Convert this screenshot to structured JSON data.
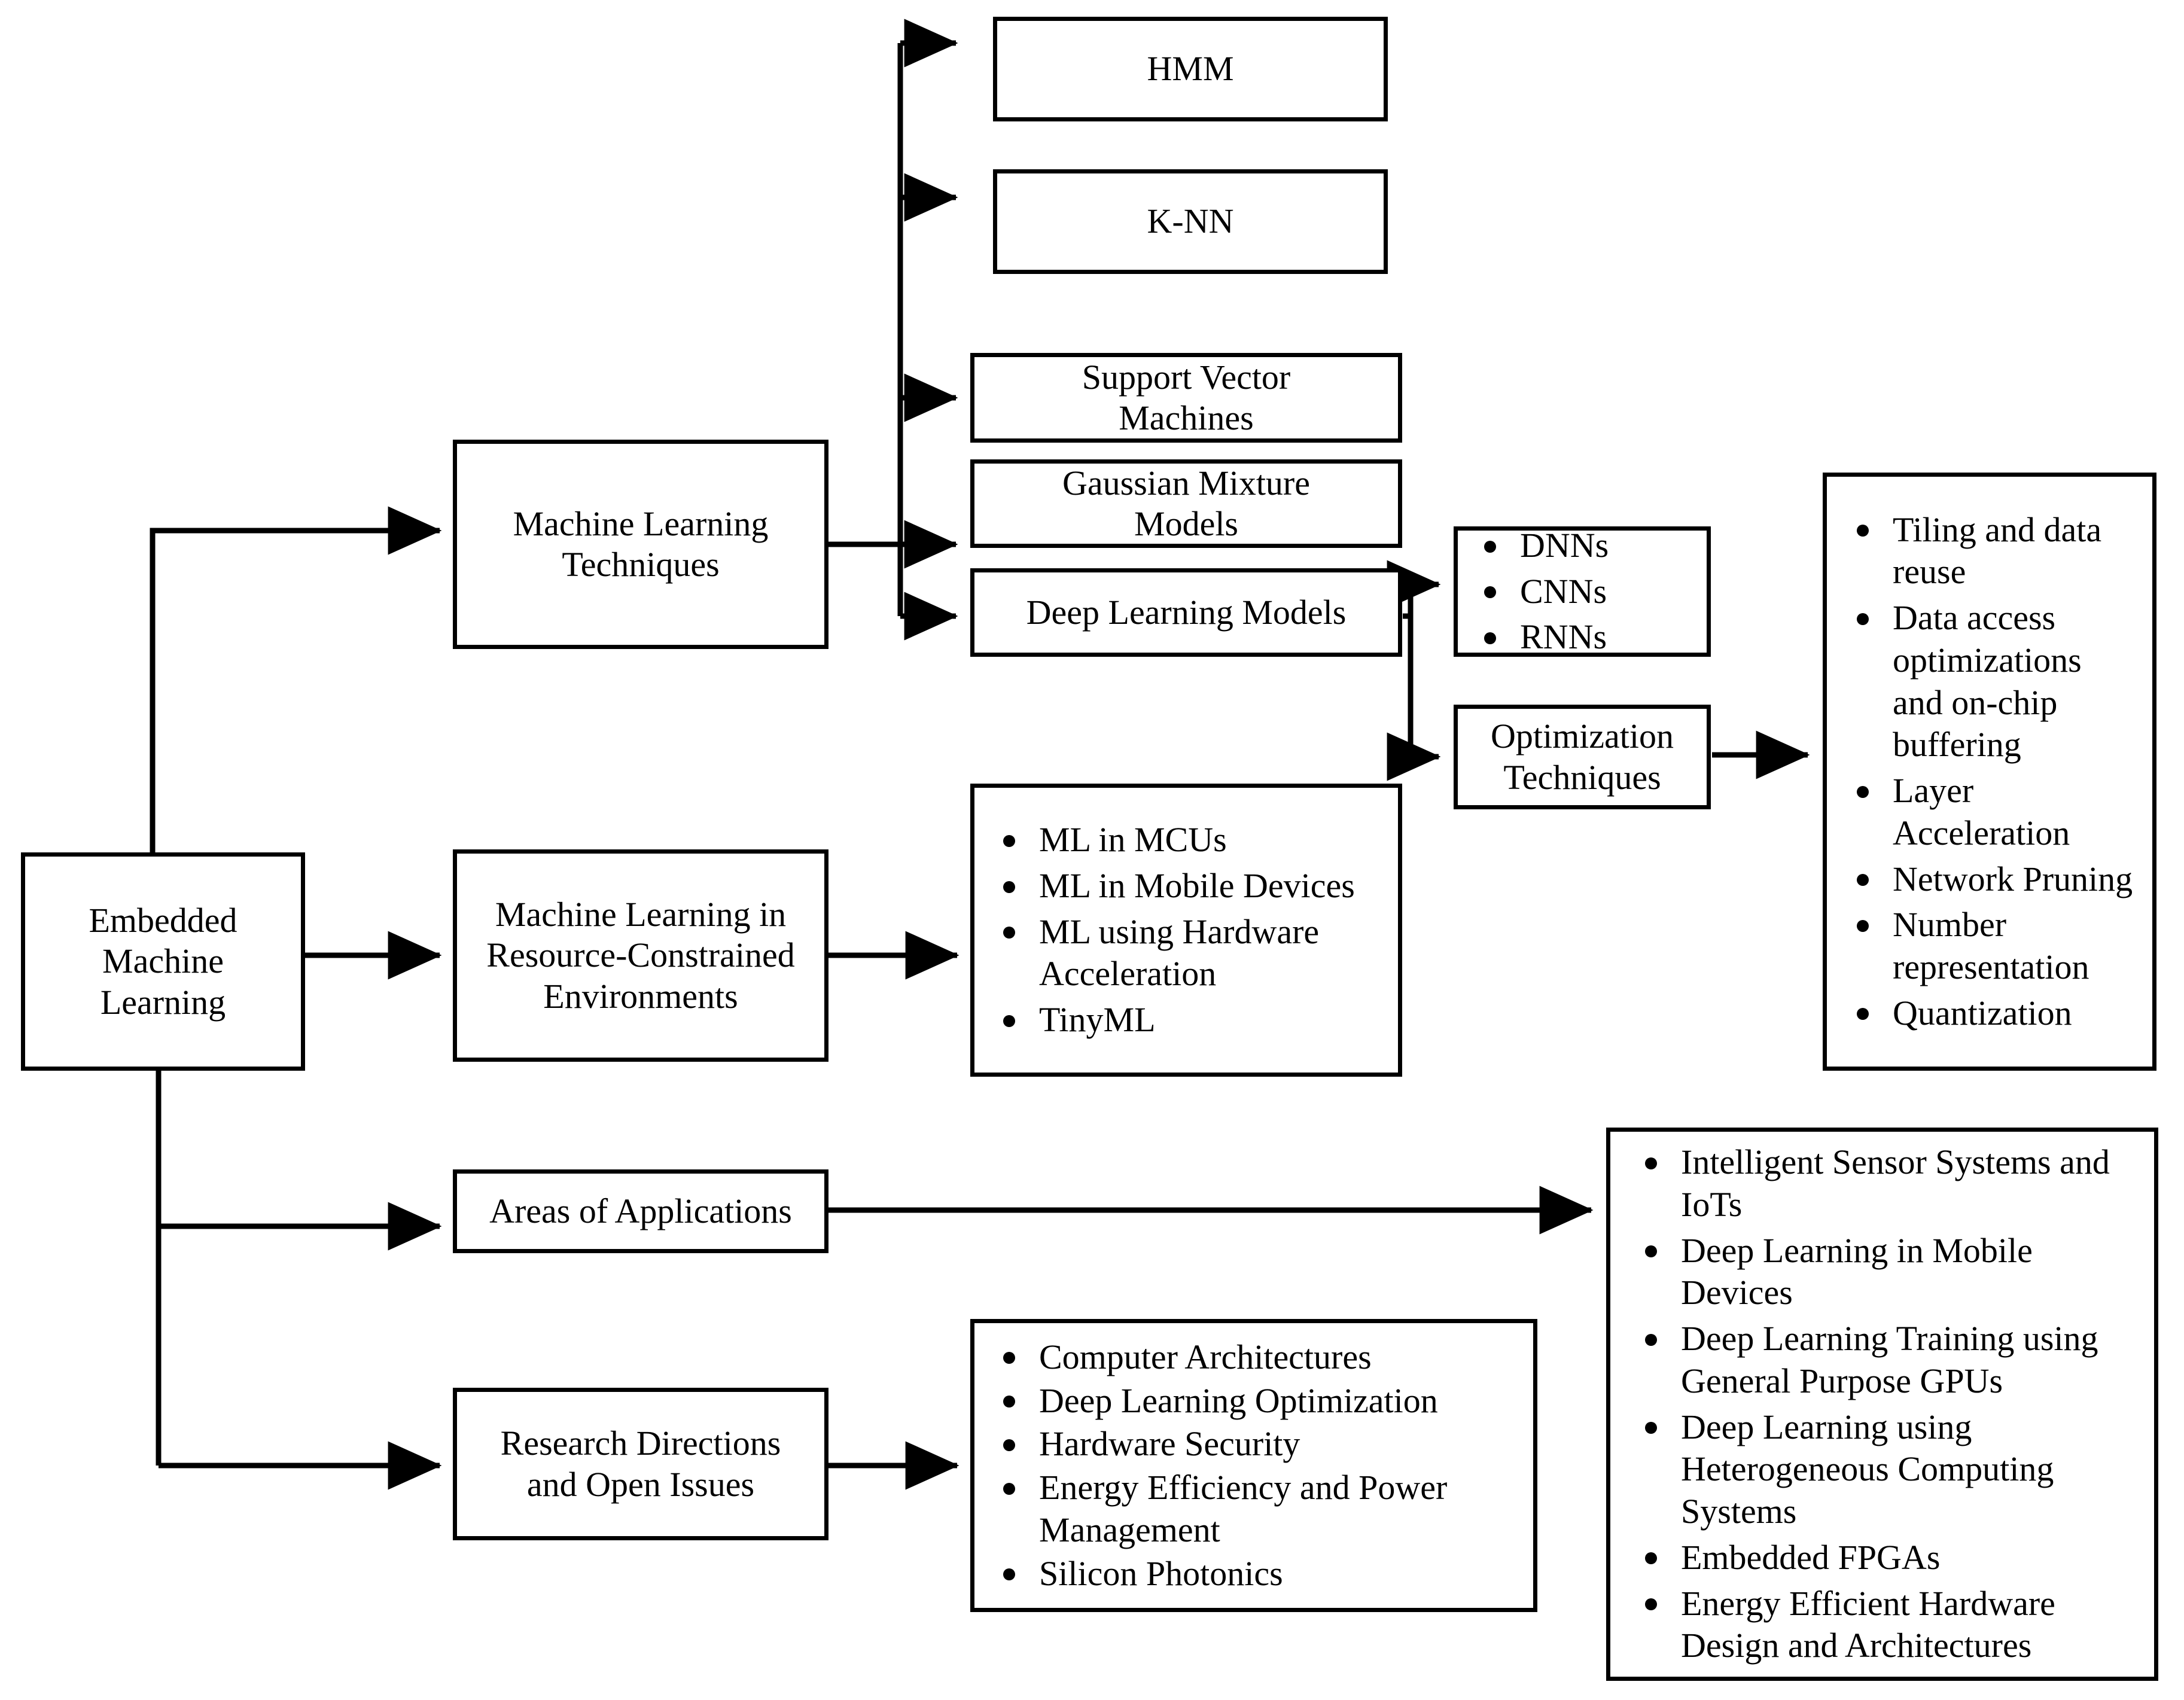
{
  "diagram": {
    "title": "Embedded Machine Learning taxonomy flow chart",
    "accent_color": "#000000",
    "background_color": "#ffffff"
  },
  "nodes": {
    "root": {
      "label": "Embedded\nMachine\nLearning"
    },
    "ml_techniques": {
      "label": "Machine Learning\nTechniques"
    },
    "hmm": {
      "label": "HMM"
    },
    "knn": {
      "label": "K-NN"
    },
    "svm": {
      "label": "Support Vector\nMachines"
    },
    "gmm": {
      "label": "Gaussian Mixture\nModels"
    },
    "dlm": {
      "label": "Deep Learning Models"
    },
    "dl_models_list": {
      "items": [
        "DNNs",
        "CNNs",
        "RNNs"
      ]
    },
    "optimization_techniques": {
      "label": "Optimization\nTechniques"
    },
    "optimization_list": {
      "items": [
        "Tiling and data reuse",
        "Data access optimizations and on-chip buffering",
        "Layer Acceleration",
        "Network Pruning",
        "Number representation",
        "Quantization"
      ]
    },
    "ml_constrained": {
      "label": "Machine Learning in\nResource-Constrained\nEnvironments"
    },
    "ml_constrained_list": {
      "items": [
        "ML in MCUs",
        "ML in Mobile Devices",
        "ML using Hardware Acceleration",
        "TinyML"
      ]
    },
    "areas_of_applications": {
      "label": "Areas of Applications"
    },
    "applications_list": {
      "items": [
        "Intelligent Sensor Systems and IoTs",
        "Deep Learning in Mobile Devices",
        "Deep Learning Training using General Purpose GPUs",
        "Deep Learning using Heterogeneous Computing Systems",
        "Embedded FPGAs",
        "Energy Efficient Hardware Design and Architectures"
      ]
    },
    "research_directions": {
      "label": "Research Directions\nand Open Issues"
    },
    "research_list": {
      "items": [
        "Computer Architectures",
        "Deep Learning Optimization",
        "Hardware Security",
        "Energy Efficiency and Power Management",
        "Silicon Photonics"
      ]
    }
  }
}
